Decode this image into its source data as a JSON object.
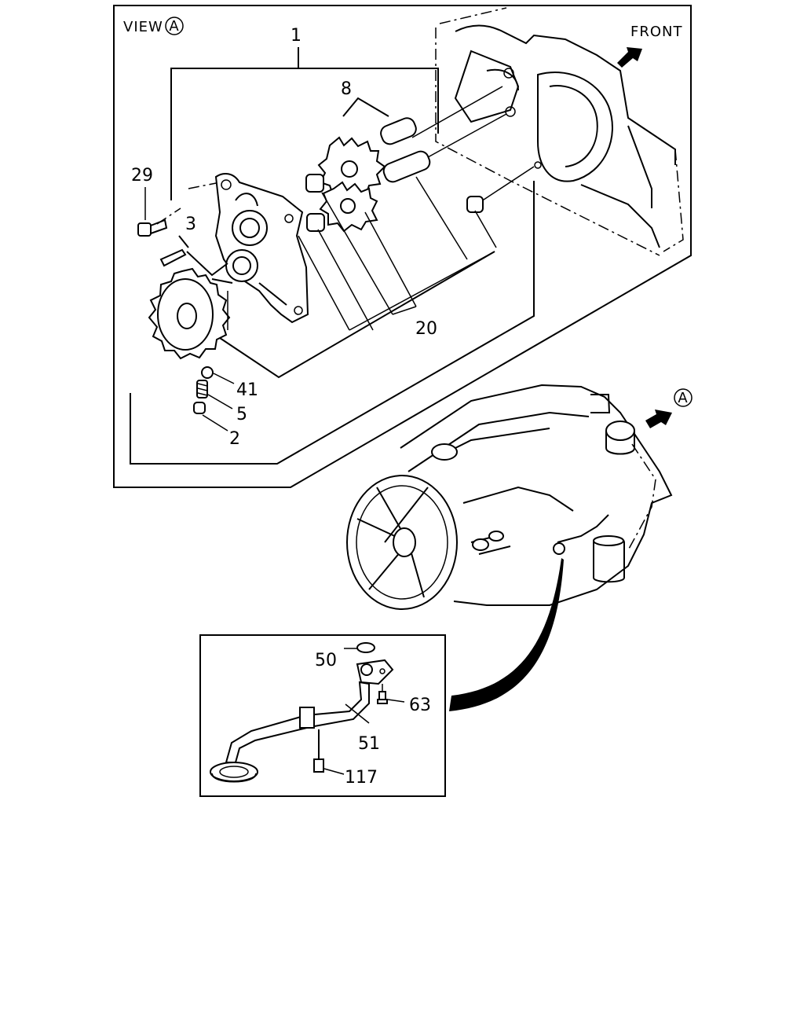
{
  "view": {
    "title": "VIEW",
    "marker": "A",
    "front_label": "FRONT",
    "engine_marker": "A"
  },
  "callouts": {
    "c1": "1",
    "c8": "8",
    "c29": "29",
    "c3": "3",
    "c20": "20",
    "c41": "41",
    "c5": "5",
    "c2": "2",
    "c50": "50",
    "c63": "63",
    "c51": "51",
    "c117": "117"
  }
}
